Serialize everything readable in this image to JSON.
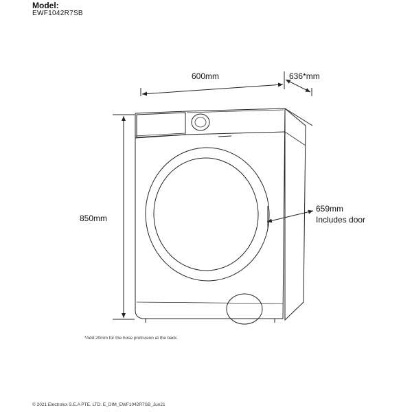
{
  "header": {
    "model_label": "Model:",
    "model_number": "EWF1042R7SB"
  },
  "dimensions": {
    "width": "600mm",
    "depth": "636*mm",
    "height": "850mm",
    "door_depth_line1": "659mm",
    "door_depth_line2": "Includes door"
  },
  "notes": {
    "footnote": "*Add 20mm for the hose protrusion at the back.",
    "copyright": "© 2021 Electrolux S.E.A PTE. LTD.  E_DIM_EWF1042R7SB_Jun21"
  }
}
